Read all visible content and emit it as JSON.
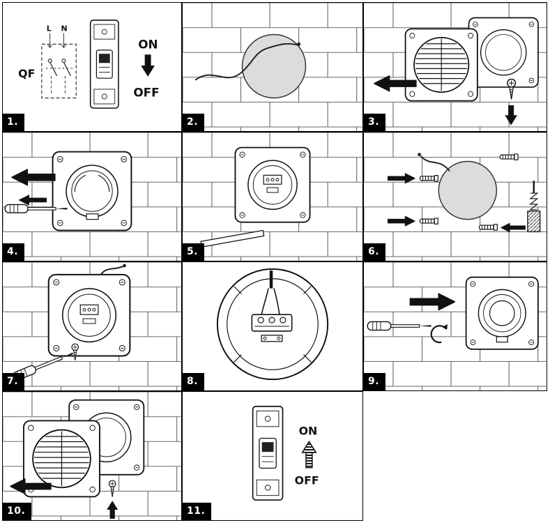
{
  "page": {
    "kind": "fan-installation-instruction-sheet",
    "panel_count": 11
  },
  "colors": {
    "line": "#111111",
    "badge_bg": "#000000",
    "badge_text": "#ffffff",
    "hole_fill": "#dcdcdc",
    "brick_line": "#666666"
  },
  "panels": [
    {
      "number": "1.",
      "name": "isolate-power-wiring-diagram",
      "text": {
        "qf": "QF",
        "l": "L",
        "n": "N",
        "on": "ON",
        "off": "OFF"
      }
    },
    {
      "number": "2.",
      "name": "wall-hole-with-mains-cable"
    },
    {
      "number": "3.",
      "name": "remove-front-grille"
    },
    {
      "number": "4.",
      "name": "remove-motor-unit"
    },
    {
      "number": "5.",
      "name": "offer-up-back-plate"
    },
    {
      "number": "6.",
      "name": "drill-holes-insert-wall-plugs"
    },
    {
      "number": "7.",
      "name": "screw-back-plate-to-wall"
    },
    {
      "number": "8.",
      "name": "connect-wires-to-terminal-block"
    },
    {
      "number": "9.",
      "name": "refit-motor-unit"
    },
    {
      "number": "10.",
      "name": "refit-front-grille"
    },
    {
      "number": "11.",
      "name": "restore-power-switch-on",
      "text": {
        "on": "ON",
        "off": "OFF"
      }
    }
  ]
}
